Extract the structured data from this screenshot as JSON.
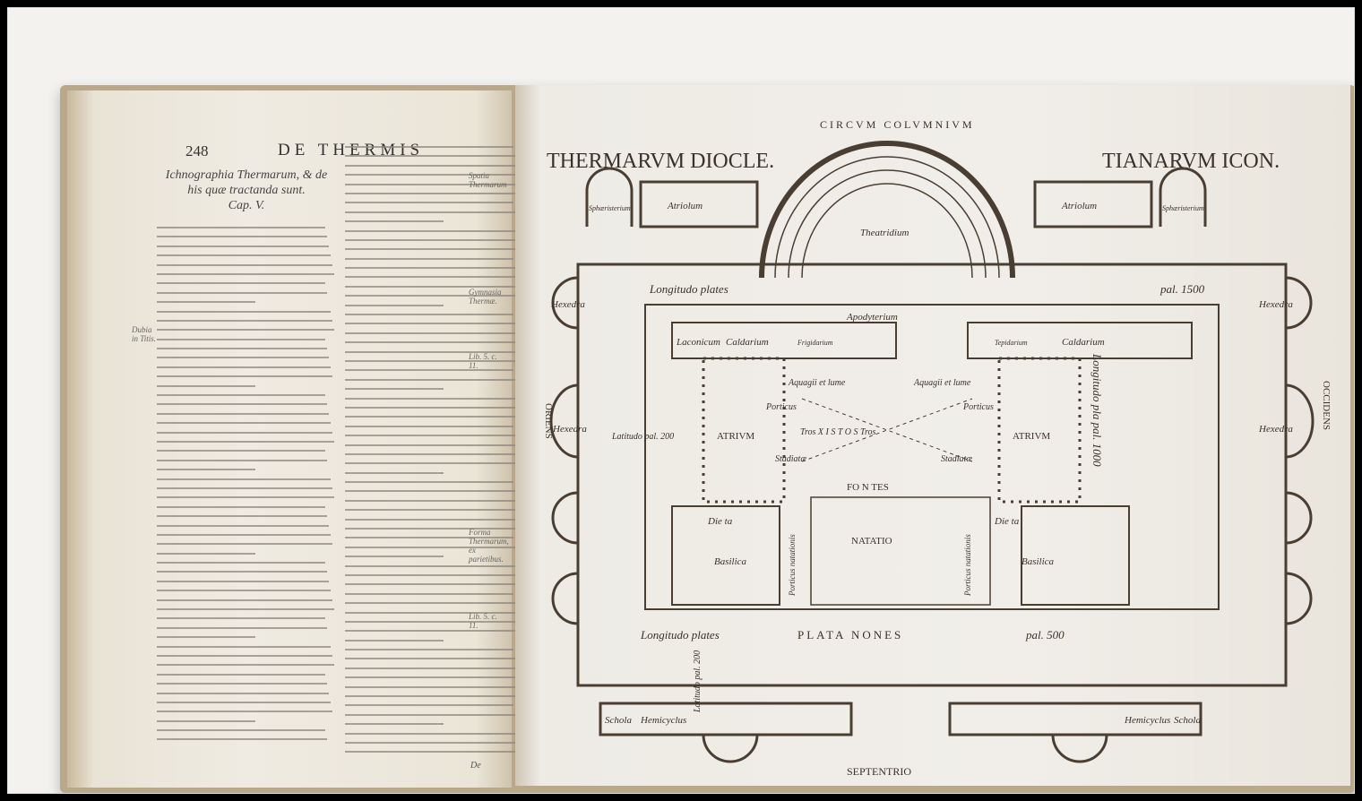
{
  "left_page": {
    "page_number": "248",
    "running_title": "DE THERMIS",
    "chapter_heading": [
      "Ichnographia Thermarum, & de",
      "his quæ tractanda sunt.",
      "Cap. V."
    ],
    "margin_notes": [
      "Spatia Thermarum",
      "Gymnasia Thermæ.",
      "Dubia in Titis.",
      "Lib. 5. c. 11.",
      "Forma Thermarum, ex parietibus.",
      "Lib. 5. c. 11."
    ],
    "catchword": "De"
  },
  "right_page": {
    "title_left": "THERMARVM DIOCLE.",
    "title_right": "TIANARVM ICON.",
    "arc_label": "CIRCVM COLVMNIVM",
    "labels": {
      "theatridium": "Theatridium",
      "atriolum": "Atriolum",
      "sphaeristerium": "Sphæristerium",
      "apodyterium": "Apodyterium",
      "longitudo_top": "Longitudo plates",
      "pal_1500": "pal. 1500",
      "hexedra": "Hexedra",
      "laconicum": "Laconicum",
      "caldarium": "Caldarium",
      "frigidarium": "Frigidarium",
      "tepidarium": "Tepidarium",
      "aquagii": "Aquagii et lume",
      "atrium": "ATRIVM",
      "latitudo": "Latitudo pal. 200",
      "porticus": "Porticus",
      "xistos": "Tros X I S T O S Tros",
      "stadiatae": "Stadiatæ",
      "fontes": "FO N TES",
      "natatio": "NATATIO",
      "dieta": "Die ta",
      "basilica": "Basilica",
      "porticus_natationis": "Porticus natationis",
      "longitudo_bottom": "Longitudo plates",
      "platanones": "PLATA NONES",
      "pal_500": "pal. 500",
      "latitudo_200": "Latitudo pal. 200",
      "longitudo_side": "Longitudo pla pal. 1000",
      "schola": "Schola",
      "hemicyclus": "Hemicyclus",
      "septentrio": "SEPTENTRIO",
      "oriens": "ORIENS",
      "occidens": "OCCIDENS"
    }
  },
  "colors": {
    "ink": "#3a3128",
    "paper": "#f1eee9",
    "cover": "#b9a88a"
  }
}
